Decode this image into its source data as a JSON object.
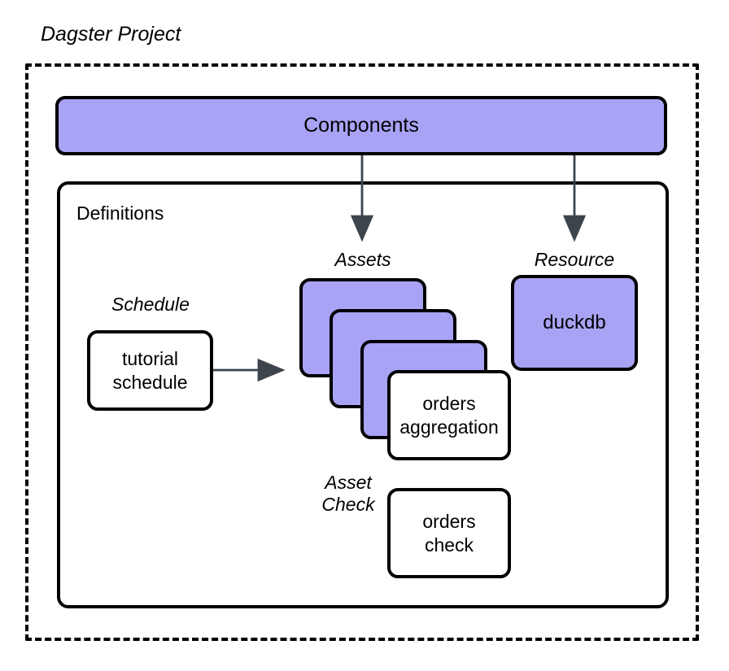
{
  "diagram": {
    "title": "Dagster Project",
    "colors": {
      "accent_purple": "#a8a3f5",
      "stroke": "#000000",
      "arrow": "#3d444c",
      "background": "#ffffff"
    },
    "containers": {
      "project_frame_label": "Dagster Project",
      "components_label": "Components",
      "definitions_label": "Definitions"
    },
    "captions": {
      "assets": "Assets",
      "resource": "Resource",
      "schedule": "Schedule",
      "asset_check": "Asset\nCheck"
    },
    "nodes": {
      "schedule": {
        "label": "tutorial\nschedule",
        "fill": "white"
      },
      "asset_card_1": {
        "label": "",
        "fill": "purple"
      },
      "asset_card_2": {
        "label": "",
        "fill": "purple"
      },
      "asset_card_3": {
        "label": "",
        "fill": "purple"
      },
      "orders_aggregation": {
        "label": "orders\naggregation",
        "fill": "white"
      },
      "duckdb": {
        "label": "duckdb",
        "fill": "purple"
      },
      "orders_check": {
        "label": "orders\ncheck",
        "fill": "white"
      }
    },
    "edges": [
      {
        "name": "components-to-assets",
        "style": "solid-arrow"
      },
      {
        "name": "components-to-resource",
        "style": "solid-arrow"
      },
      {
        "name": "schedule-to-assets",
        "style": "solid-arrow"
      },
      {
        "name": "asset-card-1-to-duckdb",
        "style": "dashed"
      },
      {
        "name": "asset-card-2-to-duckdb",
        "style": "dashed"
      },
      {
        "name": "asset-card-3-to-duckdb",
        "style": "dashed"
      },
      {
        "name": "orders-aggregation-to-duckdb",
        "style": "dashed"
      },
      {
        "name": "orders-aggregation-to-orders-check",
        "style": "dashed"
      },
      {
        "name": "duckdb-to-orders-check",
        "style": "dashed"
      }
    ]
  }
}
